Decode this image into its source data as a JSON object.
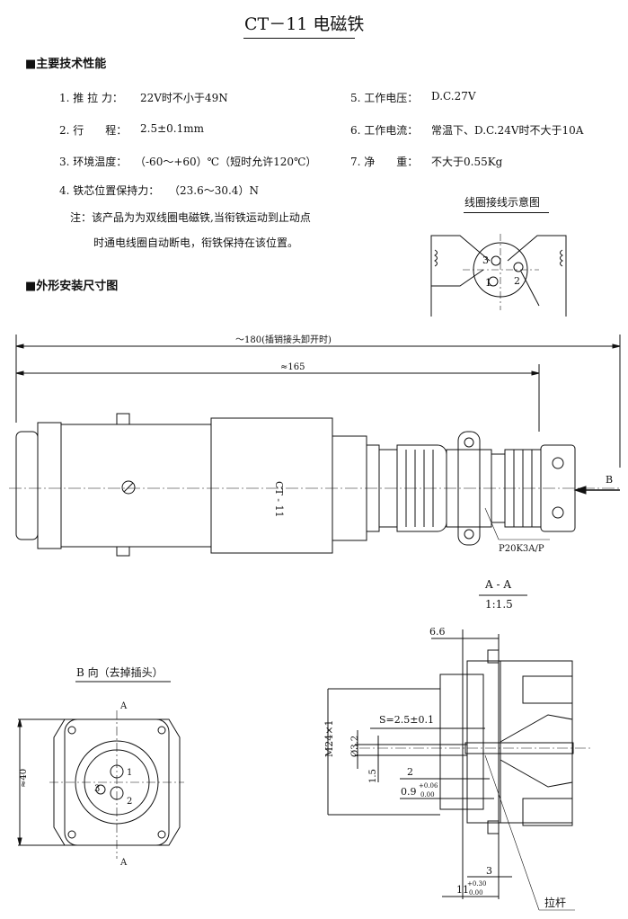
{
  "title": "CT－11  电磁铁",
  "section1": "■主要技术性能",
  "specs_left": [
    {
      "label": "1. 推 拉 力：",
      "value": "22V时不小于49N"
    },
    {
      "label": "2. 行　　程：",
      "value": "2.5±0.1mm"
    },
    {
      "label": "3. 环境温度：",
      "value": "（-60～+60）℃（短时允许120℃）"
    },
    {
      "label": "4. 铁芯位置保持力：",
      "value": "（23.6～30.4）N"
    }
  ],
  "specs_right": [
    {
      "label": "5. 工作电压：",
      "value": "D.C.27V"
    },
    {
      "label": "6. 工作电流：",
      "value": "常温下、D.C.24V时不大于10A"
    },
    {
      "label": "7. 净　　重：",
      "value": "不大于0.55Kg"
    }
  ],
  "note_line1": "注：该产品为为双线圈电磁铁,当衔铁运动到止动点",
  "note_line2": "时通电线圈自动断电，衔铁保持在该位置。",
  "wiring_title": "线圈接线示意图",
  "wiring_pins": [
    "1",
    "2",
    "3"
  ],
  "section2": "■外形安装尺寸图",
  "dim_180": "～180(插销接头卸开时)",
  "dim_165": "≈165",
  "body_label": "CT - 11",
  "view_b_arrow": "B",
  "connector_label": "P20K3A/P",
  "view_b_title": "B 向（去掉插头）",
  "view_b_section_mark": "A",
  "dim_40": "≈40",
  "section_title": "A - A",
  "section_scale": "1:1.5",
  "dims_section": {
    "d66": "6.6",
    "stroke": "S=2.5±0.1",
    "m24": "M24×1",
    "d32": "Ø3.2",
    "d15": "1.5",
    "d2": "2",
    "d09": "0.9",
    "d09_tol_up": "+0.06",
    "d09_tol_low": "0.00",
    "d3": "3",
    "d11": "11",
    "d11_tol_up": "+0.30",
    "d11_tol_low": "0.00",
    "pull_rod": "拉杆"
  }
}
